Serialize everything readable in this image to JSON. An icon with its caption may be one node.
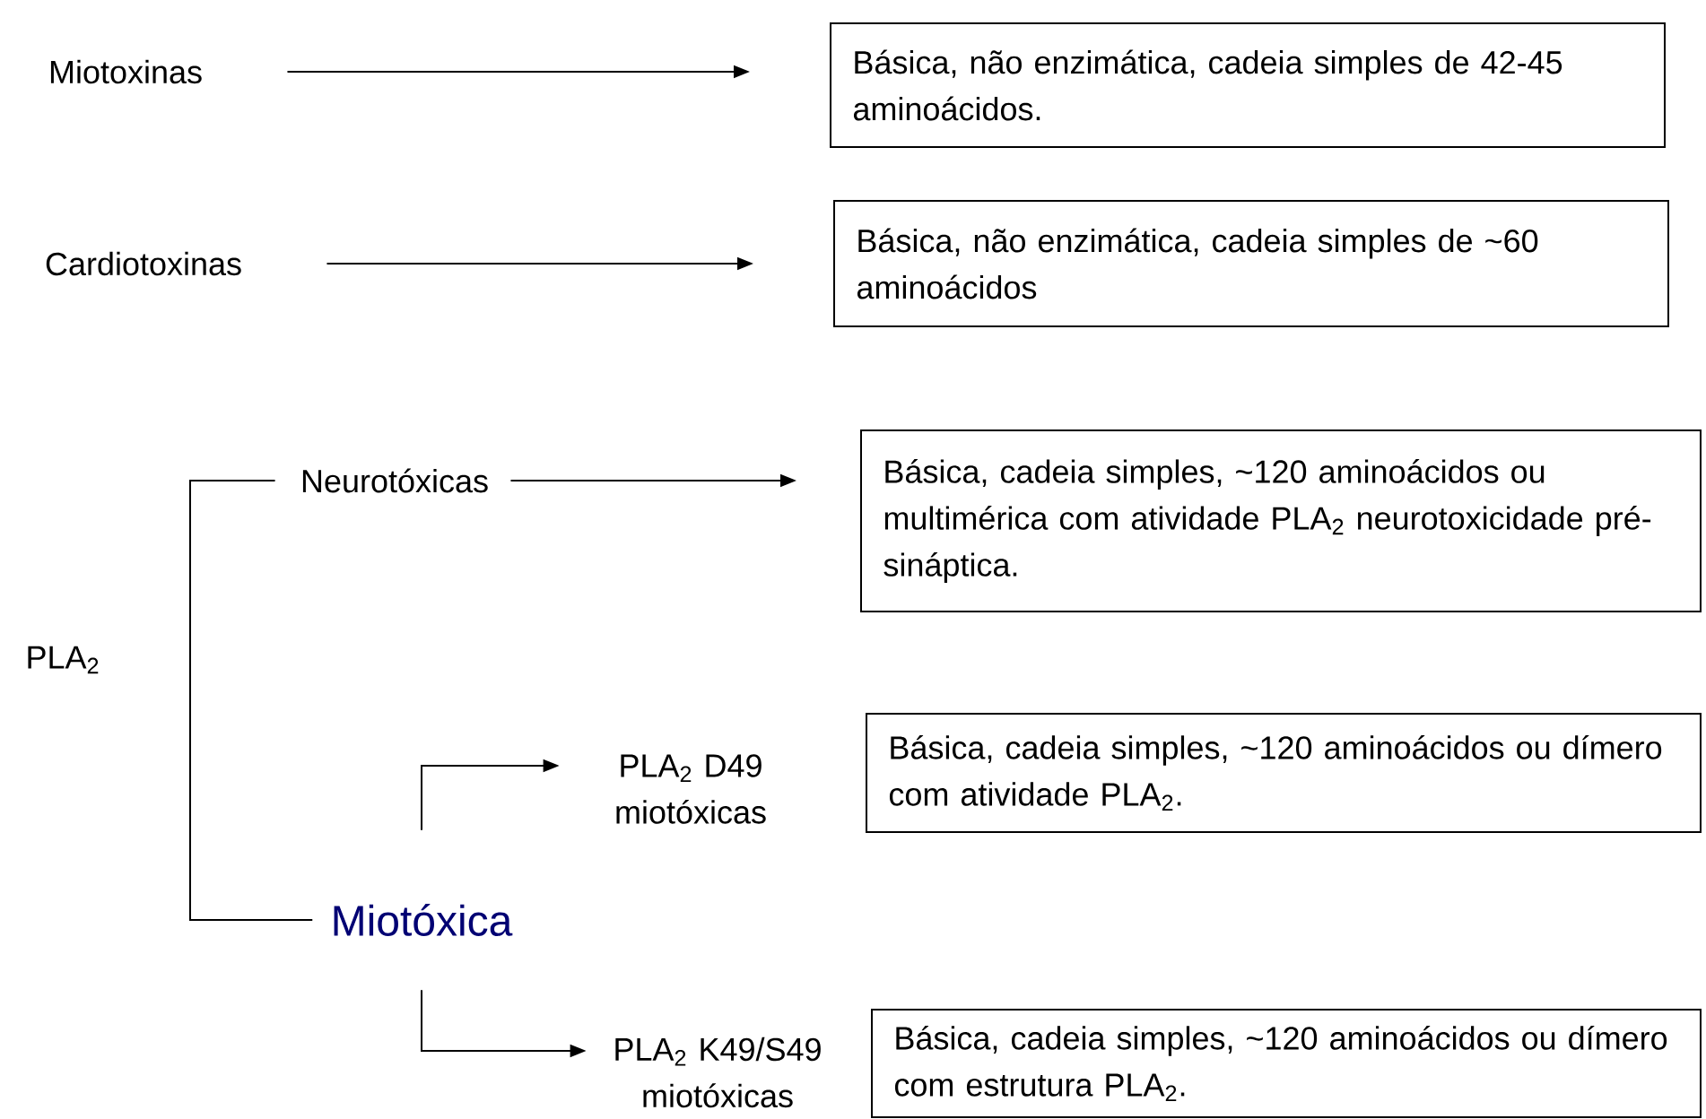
{
  "diagram": {
    "nodes": [
      {
        "text": [
          "Miotoxinas"
        ]
      },
      {
        "text": [
          "Básica, não enzimática, cadeia simples de 42-45 aminoácidos."
        ]
      },
      {
        "text": [
          "Cardiotoxinas"
        ]
      },
      {
        "text": [
          "Básica, não enzimática, cadeia simples de ~60 aminoácidos"
        ]
      },
      {
        "text": [
          "PLA$_{2}$"
        ]
      },
      {
        "text": [
          "Neurotóxicas"
        ]
      },
      {
        "text": [
          "Básica, cadeia simples, ~120 aminoácidos ou multimérica com atividade PLA$_{2}$ neurotoxicidade pré-sináptica."
        ]
      },
      {
        "text": [
          "Miotóxica"
        ]
      },
      {
        "text": [
          "PLA$_{2}$ D49 miotóxicas"
        ]
      },
      {
        "text": [
          "Básica, cadeia simples, ~120 aminoácidos ou dímero com atividade PLA$_{2}$."
        ]
      },
      {
        "text": [
          "PLA$_{2}$ K49/S49 miotóxicas"
        ]
      },
      {
        "text": [
          "Básica, cadeia simples, ~120 aminoácidos ou dímero com estrutura PLA$_{2}$."
        ]
      }
    ],
    "edges": [
      {
        "from": 0,
        "to": 1,
        "arrow": "to"
      },
      {
        "from": 2,
        "to": 3,
        "arrow": "to"
      },
      {
        "from": 4,
        "to": 5,
        "arrow": "none"
      },
      {
        "from": 4,
        "to": 7,
        "arrow": "none"
      },
      {
        "from": 5,
        "to": 6,
        "arrow": "to"
      },
      {
        "from": 7,
        "to": 8,
        "arrow": "to"
      },
      {
        "from": 7,
        "to": 10,
        "arrow": "to"
      }
    ]
  }
}
